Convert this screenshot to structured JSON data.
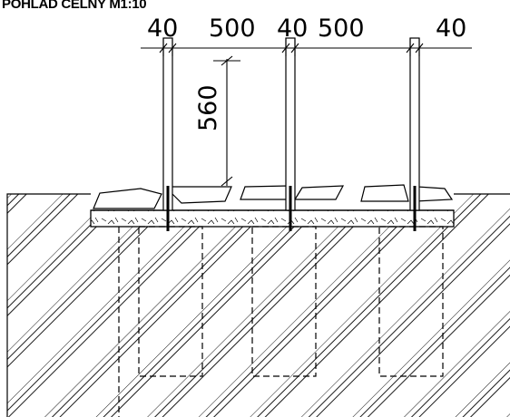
{
  "title": "POHLAD CELNY M1:10",
  "dimensions": {
    "top": [
      "40",
      "500",
      "40",
      "500",
      "40"
    ],
    "vertical": "560"
  },
  "colors": {
    "line": "#000000",
    "background": "#ffffff"
  }
}
